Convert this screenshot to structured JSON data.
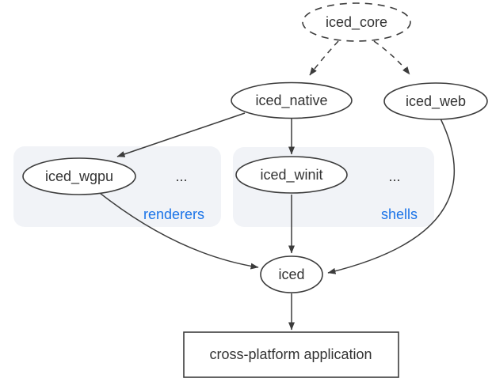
{
  "diagram": {
    "type": "dependency-graph",
    "background": "#ffffff",
    "colors": {
      "node_stroke": "#3c3c3c",
      "node_fill": "#ffffff",
      "edge": "#3c3c3c",
      "text": "#333333",
      "group_fill": "#f1f3f7",
      "group_label": "#1a73e8"
    },
    "nodes": {
      "iced_core": {
        "label": "iced_core",
        "shape": "ellipse",
        "border": "dashed"
      },
      "iced_native": {
        "label": "iced_native",
        "shape": "ellipse",
        "border": "solid"
      },
      "iced_web": {
        "label": "iced_web",
        "shape": "ellipse",
        "border": "solid"
      },
      "iced_wgpu": {
        "label": "iced_wgpu",
        "shape": "ellipse",
        "border": "solid"
      },
      "iced_winit": {
        "label": "iced_winit",
        "shape": "ellipse",
        "border": "solid"
      },
      "iced": {
        "label": "iced",
        "shape": "ellipse",
        "border": "solid"
      },
      "app": {
        "label": "cross-platform application",
        "shape": "rectangle",
        "border": "solid"
      }
    },
    "groups": {
      "renderers": {
        "label": "renderers",
        "ellipsis": "...",
        "members": [
          "iced_wgpu"
        ]
      },
      "shells": {
        "label": "shells",
        "ellipsis": "...",
        "members": [
          "iced_winit"
        ]
      }
    },
    "edges": [
      {
        "from": "iced_core",
        "to": "iced_native",
        "style": "dashed"
      },
      {
        "from": "iced_core",
        "to": "iced_web",
        "style": "dashed"
      },
      {
        "from": "iced_native",
        "to": "iced_wgpu",
        "style": "solid"
      },
      {
        "from": "iced_native",
        "to": "iced_winit",
        "style": "solid"
      },
      {
        "from": "iced_wgpu",
        "to": "iced",
        "style": "solid"
      },
      {
        "from": "iced_winit",
        "to": "iced",
        "style": "solid"
      },
      {
        "from": "iced_web",
        "to": "iced",
        "style": "solid"
      },
      {
        "from": "iced",
        "to": "app",
        "style": "solid"
      }
    ]
  }
}
